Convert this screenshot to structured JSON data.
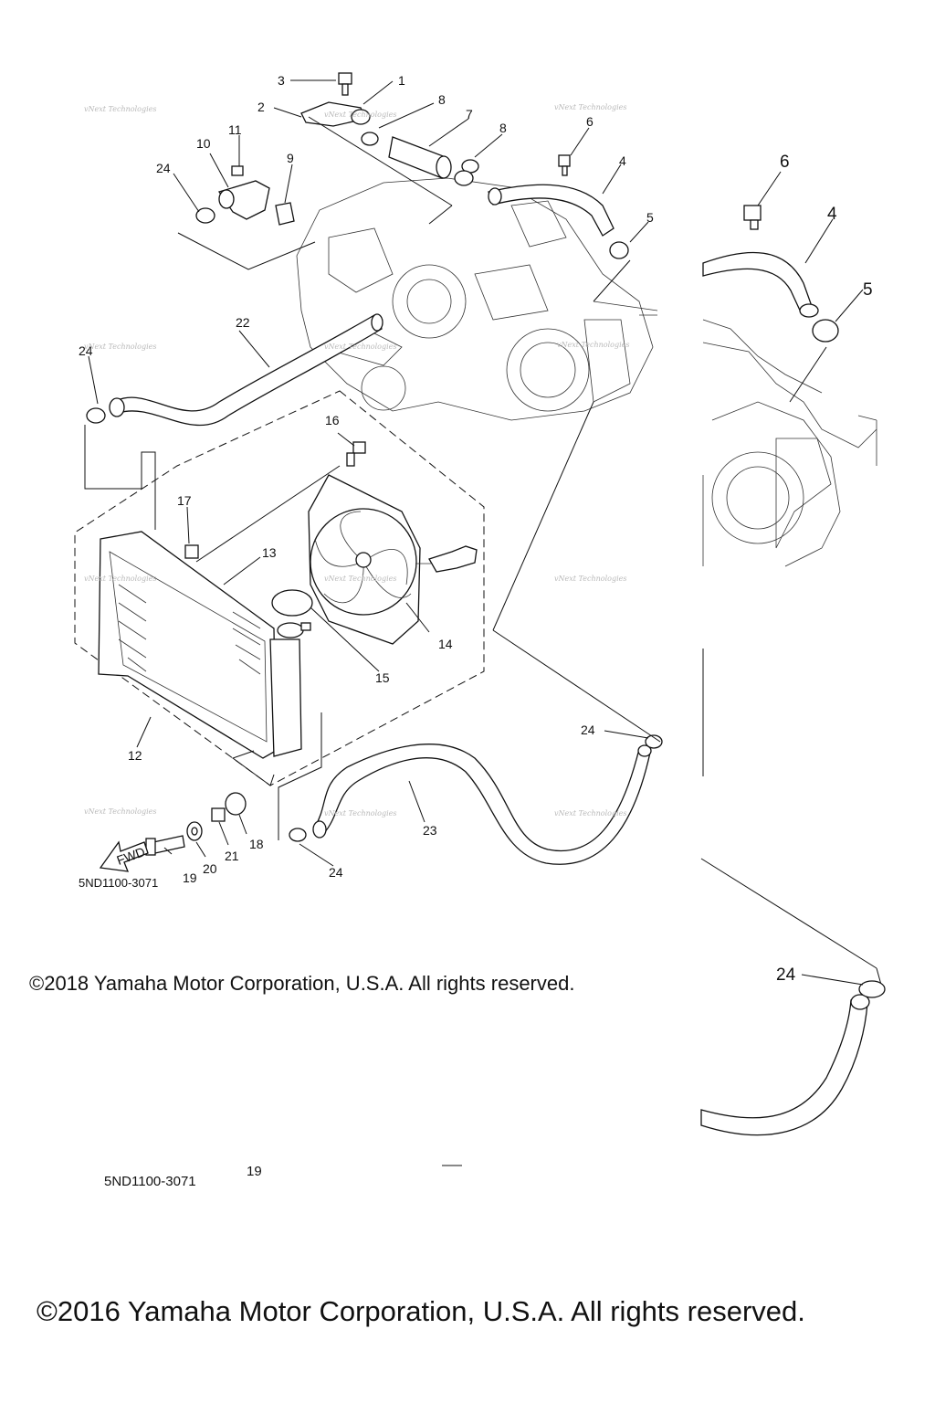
{
  "callouts": {
    "c1": "1",
    "c2": "2",
    "c3": "3",
    "c4": "4",
    "c5": "5",
    "c6": "6",
    "c7": "7",
    "c8": "8",
    "c9": "9",
    "c10": "10",
    "c11": "11",
    "c12": "12",
    "c13": "13",
    "c14": "14",
    "c15": "15",
    "c16": "16",
    "c17": "17",
    "c18": "18",
    "c19": "19",
    "c20": "20",
    "c21": "21",
    "c22": "22",
    "c23": "23",
    "c24": "24"
  },
  "watermark": "vNext Technologies",
  "fwd_label": "FWD",
  "diagram_code": "5ND1100-3071",
  "copyright_2018": "©2018 Yamaha Motor Corporation, U.S.A. All rights reserved.",
  "copyright_2016": "©2016 Yamaha Motor Corporation, U.S.A. All rights reserved.",
  "fragment_19": "19"
}
